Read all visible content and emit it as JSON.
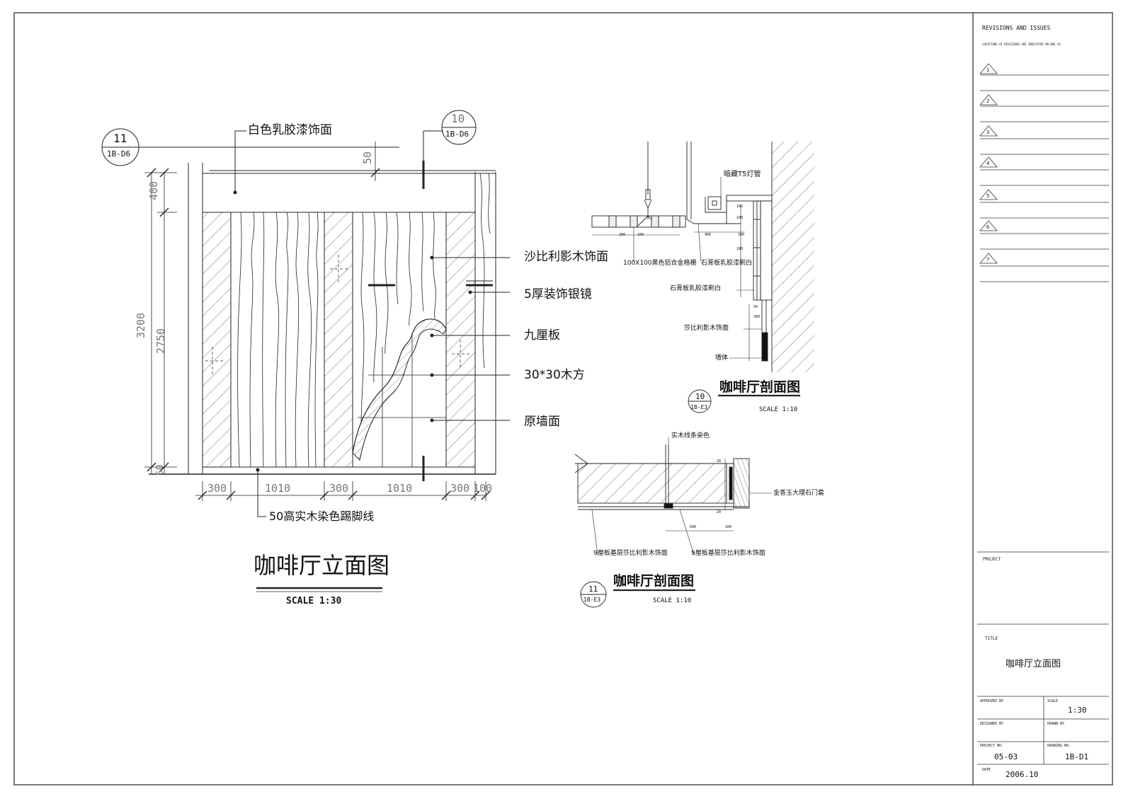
{
  "elevation": {
    "title": "咖啡厅立面图",
    "scale": "SCALE  1:30",
    "tag_left": {
      "number": "11",
      "sheet": "1B-D6"
    },
    "tag_top": {
      "number": "10",
      "sheet": "1B-D6"
    },
    "dim_vertical": {
      "d1": "400",
      "d2": "3200",
      "d3": "2750",
      "d4": "50"
    },
    "dim_top": "50",
    "dim_bottom": [
      "300",
      "1010",
      "300",
      "1010",
      "300",
      "100"
    ],
    "notes": {
      "paint": "白色乳胶漆饰面",
      "wood": "沙比利影木饰面",
      "mirror": "5厚装饰银镜",
      "ply": "九厘板",
      "batten": "30*30木方",
      "wall": "原墙面",
      "skirting": "50高实木染色踢脚线"
    }
  },
  "section10": {
    "title": "咖啡厅剖面图",
    "scale": "SCALE  1:10",
    "tag": {
      "number": "10",
      "sheet": "1B-E3"
    },
    "notes": {
      "light": "暗藏T5灯管",
      "grille": "100X100黑色铝合金格栅",
      "gypsum1": "石膏板乳胶漆刷白",
      "gypsum2": "石膏板乳胶漆刷白",
      "veneer": "莎比利影木饰面",
      "wall": "墙体"
    },
    "dims": {
      "a": "200",
      "b": "200",
      "c": "400",
      "d": "300",
      "e": "100",
      "f": "100",
      "g": "180",
      "h": "300",
      "i": "50"
    }
  },
  "section11": {
    "title": "咖啡厅剖面图",
    "scale": "SCALE  1:10",
    "tag": {
      "number": "11",
      "sheet": "1B-E3"
    },
    "notes": {
      "solid": "实木线条染色",
      "marble": "金香玉大理石门套",
      "left": "9厘板基层莎比利影木饰面",
      "right": "9厘板基层莎比利影木饰面"
    },
    "dims": {
      "a": "600",
      "b": "200",
      "c": "20",
      "d": "20"
    }
  },
  "title_block": {
    "revisions_heading": "REVISIONS AND ISSUES",
    "revisions_note": "LOCATIONS OF REVISIONS ARE INDICATED ON DWG AS",
    "revisions": [
      "1",
      "2",
      "3",
      "4",
      "5",
      "6",
      "7"
    ],
    "project_label": "PROJECT",
    "title_label": "TITLE",
    "title_value": "咖啡厅立面图",
    "approved_by_label": "APPROVED BY",
    "scale_label": "SCALE",
    "scale_value": "1:30",
    "designed_by_label": "DESIGNED BY",
    "drawn_by_label": "DRAWN BY",
    "project_no_label": "PROJECT NO.",
    "project_no_value": "05-03",
    "drawing_no_label": "DRAWING NO.",
    "drawing_no_value": "1B-D1",
    "date_label": "DATE",
    "date_value": "2006.10"
  }
}
